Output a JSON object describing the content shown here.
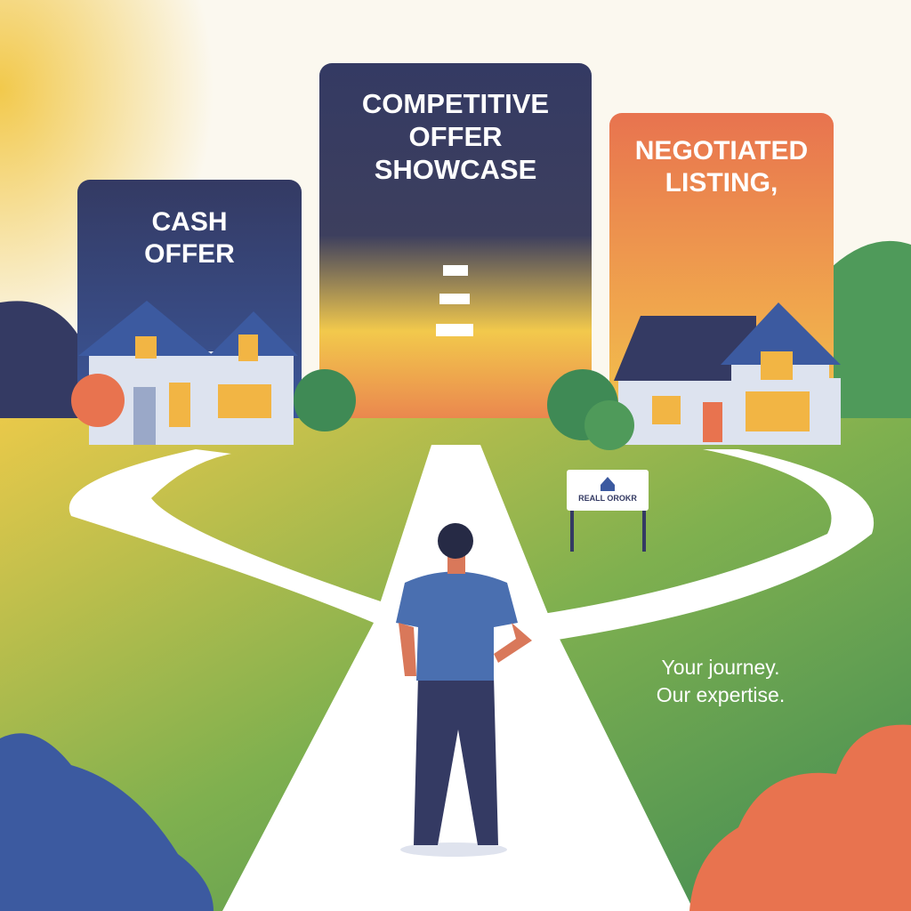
{
  "panels": {
    "left": {
      "line1": "CASH",
      "line2": "OFFER"
    },
    "center": {
      "line1": "COMPETITIVE",
      "line2": "OFFER",
      "line3": "SHOWCASE"
    },
    "right": {
      "line1": "NEGOTIATED",
      "line2": "LISTING,"
    }
  },
  "sign": {
    "text": "REALL OROKR"
  },
  "tagline": {
    "line1": "Your journey.",
    "line2": "Our expertise."
  },
  "colors": {
    "navy": "#343a63",
    "orange": "#e8734f",
    "yellow": "#f2c94c",
    "green": "#4f9a5a"
  }
}
